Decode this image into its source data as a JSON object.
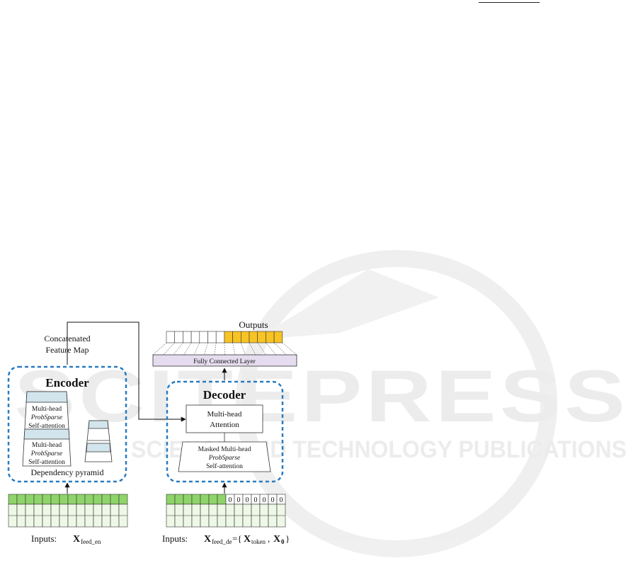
{
  "watermark": {
    "main": "SCITEPRESS",
    "sub": "SCIENCE AND TECHNOLOGY PUBLICATIONS"
  },
  "diagram": {
    "concat_label_line1": "Concatenated",
    "concat_label_line2": "Feature Map",
    "outputs_label": "Outputs",
    "fc_layer": "Fully Connected Layer",
    "encoder": {
      "title": "Encoder",
      "block1": [
        "Multi-head",
        "ProbSparse",
        "Self-attention"
      ],
      "block2": [
        "Multi-head",
        "ProbSparse",
        "Self-attention"
      ],
      "pyramid_label": "Dependency pyramid"
    },
    "decoder": {
      "title": "Decoder",
      "attention": [
        "Multi-head",
        "Attention"
      ],
      "masked": [
        "Masked Multi-head",
        "ProbSparse",
        "Self-attention"
      ]
    },
    "encoder_input": {
      "prefix": "Inputs:",
      "var": "X",
      "sub": "feed_en"
    },
    "decoder_input": {
      "prefix": "Inputs:",
      "var": "X",
      "sub": "feed_de",
      "eq": "={",
      "token_var": "X",
      "token_sub": "token",
      "comma": ", ",
      "zero_var": "X",
      "zero_sub": "0",
      "close": "}"
    },
    "zeros": [
      "0",
      "0",
      "0",
      "0",
      "0",
      "0",
      "0"
    ],
    "colors": {
      "encoder_border": "#2a7bc0",
      "fc_fill": "#e6dcef",
      "output_fill": "#f7c325",
      "input_green": "#8fd46a",
      "input_light": "#eef8e6",
      "block_blue": "#d2e4ec"
    }
  }
}
